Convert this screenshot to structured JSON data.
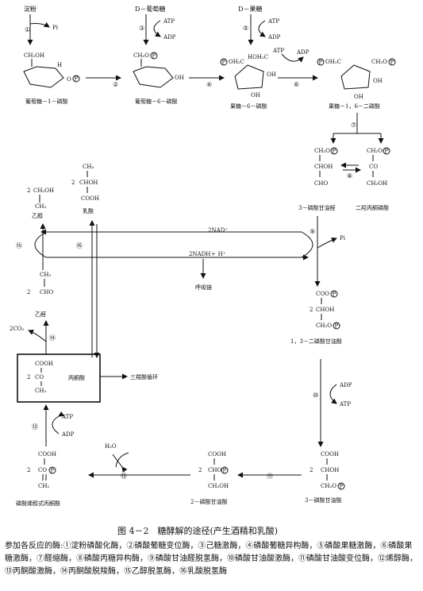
{
  "caption": "图 4－2　糖酵解的途径(产生酒精和乳酸)",
  "enzymes_intro": "参加各反应的酶:",
  "enzymes_text": "①淀粉磷酸化酶，②磷酸葡糖变位酶，③己糖激酶，④磷酸葡糖异构酶，⑤磷酸果糖激酶，⑥磷酸果糖激酶，⑦醛缩酶，⑧磷酸丙糖异构酶，⑨磷酸甘油醛脱氢酶，⑩磷酸甘油酸激酶，⑪磷酸甘油酸变位酶，⑫烯醇酶，⑬丙酮酸激酶，⑭丙酮酸脱羧酶，⑮乙醇脱氢酶，⑯乳酸脱氢酶",
  "nodes": {
    "starch": "淀粉",
    "pi": "Pi",
    "d_glucose": "D－葡萄糖",
    "d_fructose": "D－果糖",
    "atp": "ATP",
    "adp": "ADP",
    "g1p": "葡萄糖－1－磷酸",
    "g6p": "葡萄糖－6－磷酸",
    "f6p": "果糖－6－磷酸",
    "f16bp": "果糖－1，6－二磷酸",
    "dhap": "二羟丙酮磷酸",
    "g3p": "3－磷酸甘油醛",
    "bpg13": "1，3－二磷酸甘油酸",
    "pg3": "3－磷酸甘油酸",
    "pg2": "2－磷酸甘油酸",
    "pep": "磷酸烯醇式丙酮酸",
    "pyruvate": "丙酮酸",
    "tca": "三羧酸循环",
    "acetaldehyde": "乙醛",
    "ethanol": "乙醇",
    "lactate": "乳酸",
    "nad": "2NAD⁺",
    "nadh": "2NADH＋ H⁺",
    "resp_chain": "呼吸链",
    "co2": "2CO₂",
    "h2o": "H₂O"
  },
  "steps": [
    "①",
    "②",
    "③",
    "④",
    "⑤",
    "⑥",
    "⑦",
    "⑧",
    "⑨",
    "⑩",
    "⑪",
    "⑫",
    "⑬",
    "⑭",
    "⑮",
    "⑯"
  ]
}
